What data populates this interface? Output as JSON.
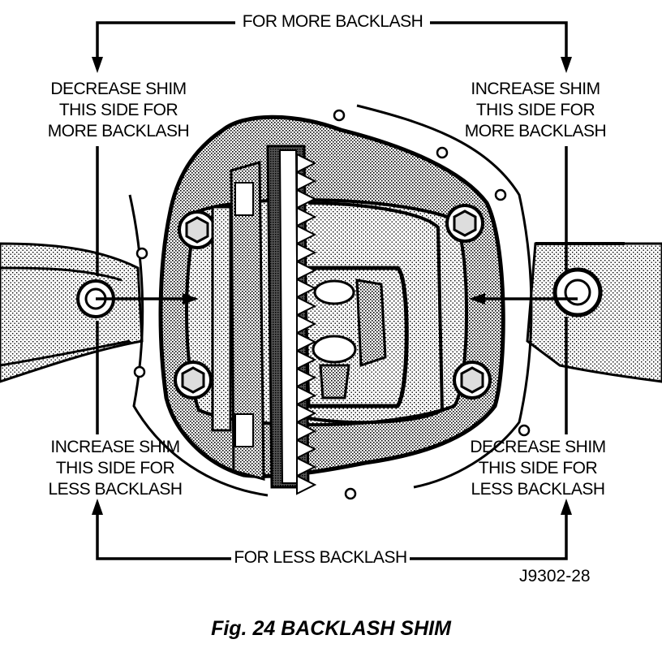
{
  "top_label": "FOR MORE BACKLASH",
  "bottom_label": "FOR LESS BACKLASH",
  "left_top": [
    "DECREASE SHIM",
    "THIS SIDE FOR",
    "MORE BACKLASH"
  ],
  "right_top": [
    "INCREASE SHIM",
    "THIS SIDE FOR",
    "MORE BACKLASH"
  ],
  "left_bottom": [
    "INCREASE SHIM",
    "THIS SIDE FOR",
    "LESS BACKLASH"
  ],
  "right_bottom": [
    "DECREASE SHIM",
    "THIS SIDE FOR",
    "LESS BACKLASH"
  ],
  "figure_id": "J9302-28",
  "caption": "Fig. 24 BACKLASH SHIM"
}
